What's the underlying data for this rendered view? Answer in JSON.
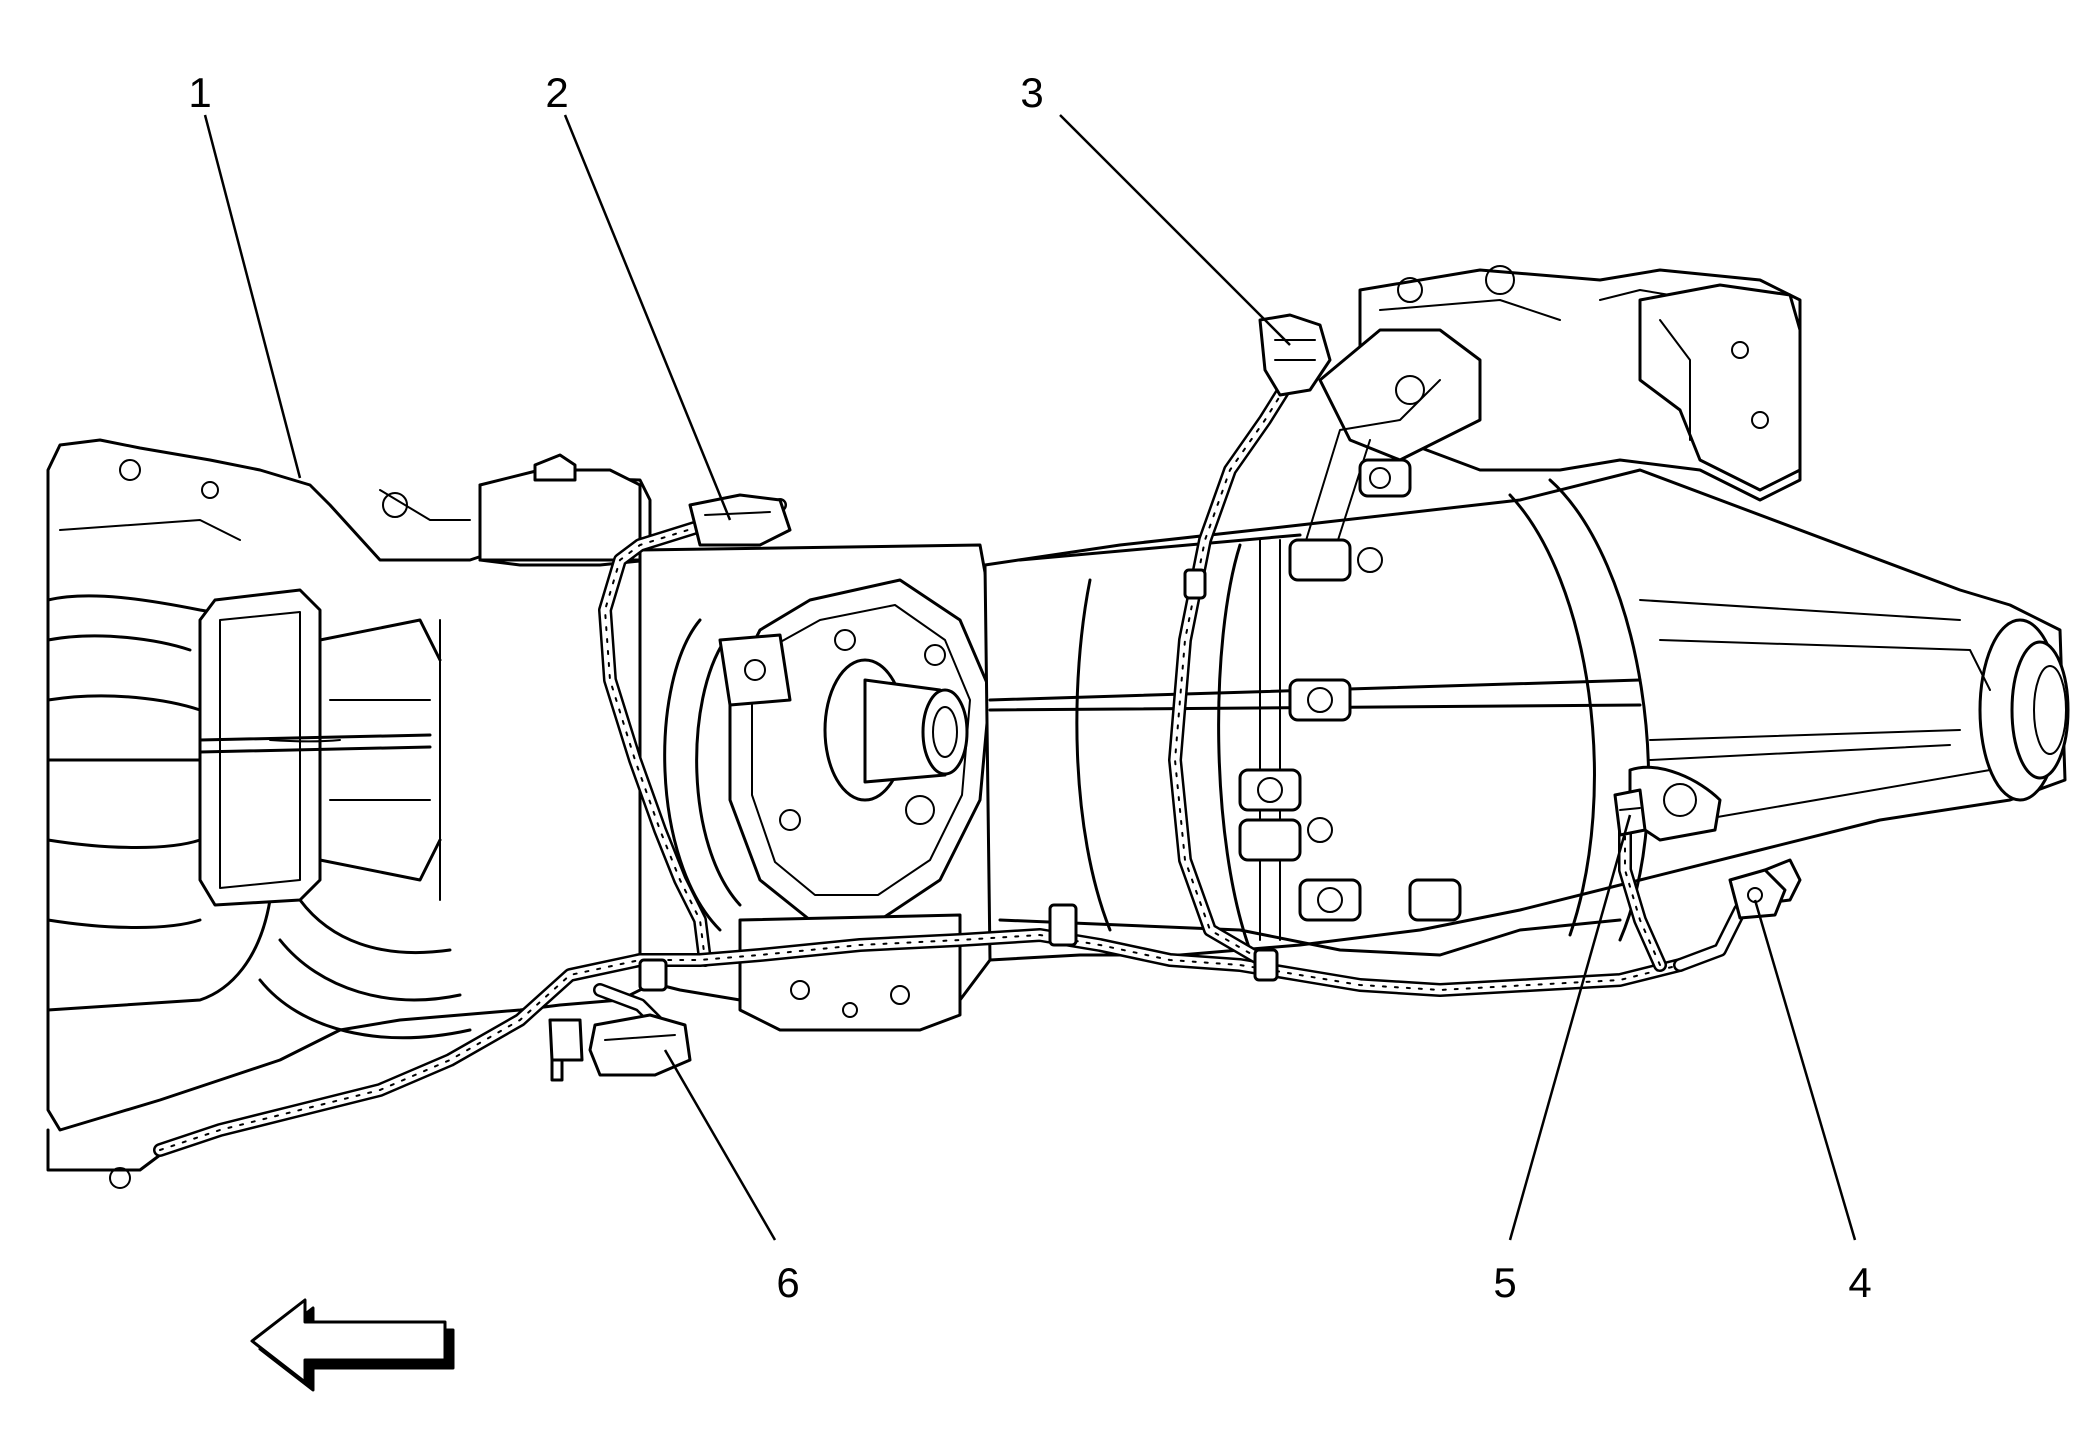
{
  "diagram": {
    "callouts": [
      {
        "id": "1",
        "label": "1"
      },
      {
        "id": "2",
        "label": "2"
      },
      {
        "id": "3",
        "label": "3"
      },
      {
        "id": "4",
        "label": "4"
      },
      {
        "id": "5",
        "label": "5"
      },
      {
        "id": "6",
        "label": "6"
      }
    ],
    "direction_arrow": {
      "icon": "arrow-left-icon"
    }
  }
}
